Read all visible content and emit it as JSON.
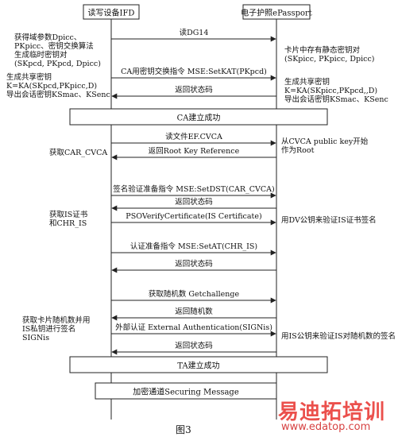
{
  "participants": {
    "left": "读写设备IFD",
    "right": "电子护照ePassport"
  },
  "messages": [
    {
      "text": "读DG14",
      "dir": "right"
    },
    {
      "text": "CA用密钥交换指令 MSE:SetKAT(PKpcd)",
      "dir": "right"
    },
    {
      "text": "返回状态码",
      "dir": "left"
    },
    {
      "text": "读文件EF.CVCA",
      "dir": "right"
    },
    {
      "text": "返回Root Key Reference",
      "dir": "left"
    },
    {
      "text": "签名验证准备指令 MSE:SetDST(CAR_CVCA)",
      "dir": "right"
    },
    {
      "text": "返回状态码",
      "dir": "left"
    },
    {
      "text": "PSOVerifyCertificate(IS Certificate)",
      "dir": "right"
    },
    {
      "text": "认证准备指令 MSE:SetAT(CHR_IS)",
      "dir": "right"
    },
    {
      "text": "返回状态码",
      "dir": "left"
    },
    {
      "text": "获取随机数 Getchallenge",
      "dir": "right"
    },
    {
      "text": "返回随机数",
      "dir": "left"
    },
    {
      "text": "外部认证 External Authentication(SIGNis)",
      "dir": "right"
    },
    {
      "text": "返回状态码",
      "dir": "left"
    }
  ],
  "phase_boxes": [
    "CA建立成功",
    "TA建立成功",
    "加密通道Securing Message"
  ],
  "left_notes": [
    {
      "lines": [
        "获得域参数Dpicc、",
        "PKpicc、密钥交换算法",
        "生成临时密钥对",
        "(SKpcd, PKpcd, Dpicc)"
      ]
    },
    {
      "lines": [
        "生成共享密钥",
        "K=KA(SKpcd,PKpicc,D)",
        "导出会话密钥KSmac、KSenc"
      ]
    },
    {
      "lines": [
        "获取CAR_CVCA"
      ]
    },
    {
      "lines": [
        "获取IS证书",
        "和CHR_IS"
      ]
    },
    {
      "lines": [
        "获取卡片随机数并用",
        "IS私钥进行签名",
        "SIGNis"
      ]
    }
  ],
  "right_notes": [
    {
      "lines": [
        "卡片中存有静态密钥对",
        "(SKpicc, PKpicc, Dpicc)"
      ]
    },
    {
      "lines": [
        "生成共享密钥",
        "K=KA(SKpicc,PKpcd,,D)",
        "导出会话密钥KSmac、KSenc"
      ]
    },
    {
      "lines": [
        "从CVCA public key开始",
        "作为Root"
      ]
    },
    {
      "lines": [
        "用DV公钥来验证IS证书签名"
      ]
    },
    {
      "lines": [
        "用IS公钥来验证IS对随机数的签名"
      ]
    }
  ],
  "caption": "图3",
  "watermark": {
    "main": "易迪拓培训",
    "url": "www.edatop.com"
  },
  "colors": {
    "line": "#222222",
    "watermark_main": "#e8322d",
    "watermark_url": "#d02020"
  }
}
